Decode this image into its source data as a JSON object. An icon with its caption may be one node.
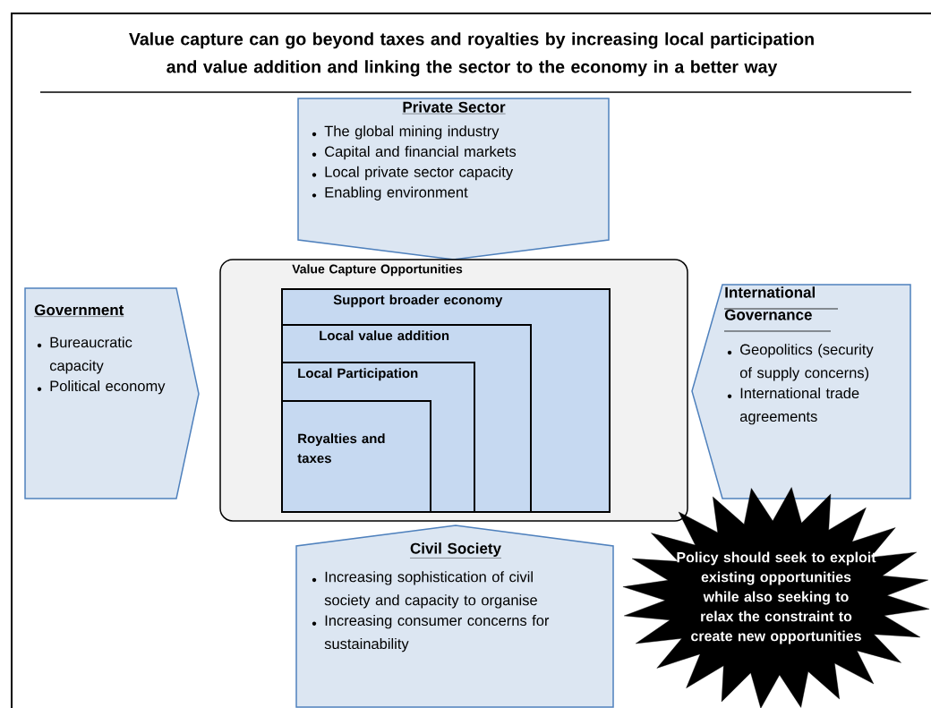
{
  "diagram": {
    "title": "Value capture can go beyond taxes and royalties by increasing local participation and value addition and linking the sector to the economy in a better way",
    "nodes": [
      {
        "text": [
          "Private Sector",
          "The global mining industry",
          "Capital  and financial markets",
          "Local private sector capacity",
          "Enabling environment"
        ]
      },
      {
        "text": [
          "Government",
          "Bureaucratic capacity",
          "Political economy"
        ]
      },
      {
        "text": [
          "Value Capture Opportunities"
        ]
      },
      {
        "text": [
          "Support broader economy"
        ],
        "in": 2
      },
      {
        "text": [
          "Local value addition"
        ],
        "in": 3
      },
      {
        "text": [
          "Local Participation"
        ],
        "in": 4
      },
      {
        "text": [
          "Royalties and taxes"
        ],
        "in": 5
      },
      {
        "text": [
          "International Governance",
          "Geopolitics (security of supply concerns)",
          "International trade agreements"
        ]
      },
      {
        "text": [
          "Civil Society",
          "Increasing sophistication of civil society and capacity to organise",
          "Increasing consumer concerns for sustainability"
        ]
      },
      {
        "text": [
          "Policy should seek to exploit existing opportunities while also seeking to relax the constraint to create new opportunities"
        ]
      }
    ]
  }
}
